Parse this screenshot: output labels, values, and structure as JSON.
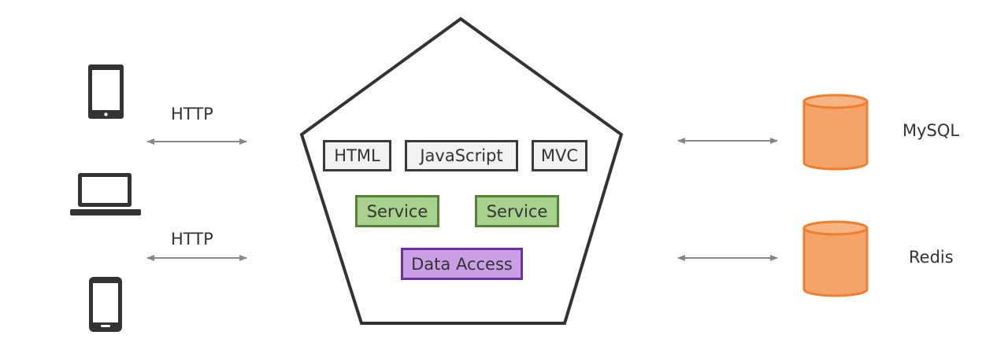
{
  "clients": {
    "icons": [
      "tablet-icon",
      "laptop-icon",
      "smartphone-icon"
    ],
    "protocol_labels": [
      "HTTP",
      "HTTP"
    ]
  },
  "server": {
    "ui_layer": [
      "HTML",
      "JavaScript",
      "MVC"
    ],
    "services": [
      "Service",
      "Service"
    ],
    "data_access": "Data Access"
  },
  "datastores": [
    {
      "name": "MySQL"
    },
    {
      "name": "Redis"
    }
  ],
  "colors": {
    "arrow": "#888888",
    "outline": "#333333",
    "ui_fill": "#f2f2f2",
    "service_fill": "#a9d18e",
    "service_border": "#548235",
    "data_access_fill": "#c9a0e6",
    "data_access_border": "#7030a0",
    "db_fill": "#f4a46b",
    "db_border": "#f07e2b"
  }
}
